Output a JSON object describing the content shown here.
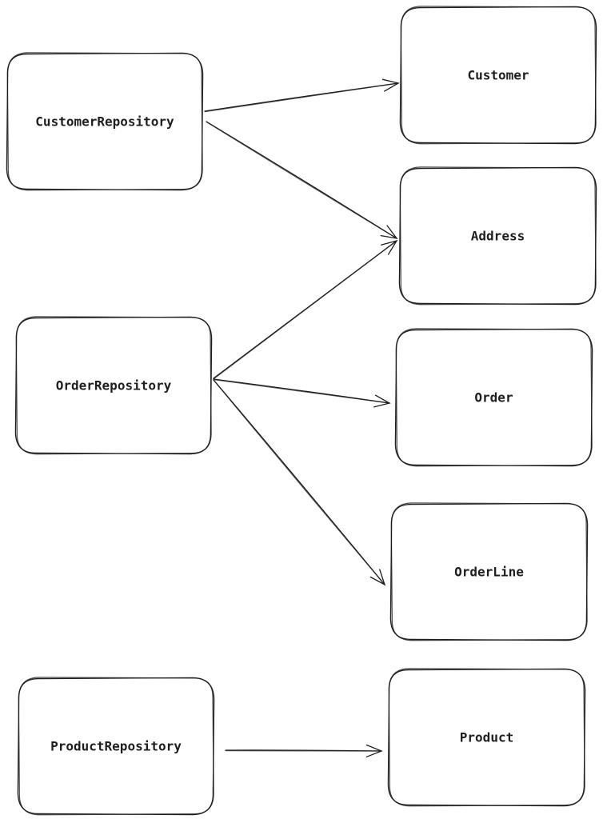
{
  "diagram": {
    "nodes": [
      {
        "id": "customer-repository",
        "label": "CustomerRepository"
      },
      {
        "id": "order-repository",
        "label": "OrderRepository"
      },
      {
        "id": "product-repository",
        "label": "ProductRepository"
      },
      {
        "id": "customer",
        "label": "Customer"
      },
      {
        "id": "address",
        "label": "Address"
      },
      {
        "id": "order",
        "label": "Order"
      },
      {
        "id": "orderline",
        "label": "OrderLine"
      },
      {
        "id": "product",
        "label": "Product"
      }
    ],
    "edges": [
      {
        "from": "customer-repository",
        "to": "customer"
      },
      {
        "from": "customer-repository",
        "to": "address"
      },
      {
        "from": "order-repository",
        "to": "address"
      },
      {
        "from": "order-repository",
        "to": "order"
      },
      {
        "from": "order-repository",
        "to": "orderline"
      },
      {
        "from": "product-repository",
        "to": "product"
      }
    ],
    "colors": {
      "stroke": "#1e1e1e",
      "background": "#ffffff"
    }
  }
}
